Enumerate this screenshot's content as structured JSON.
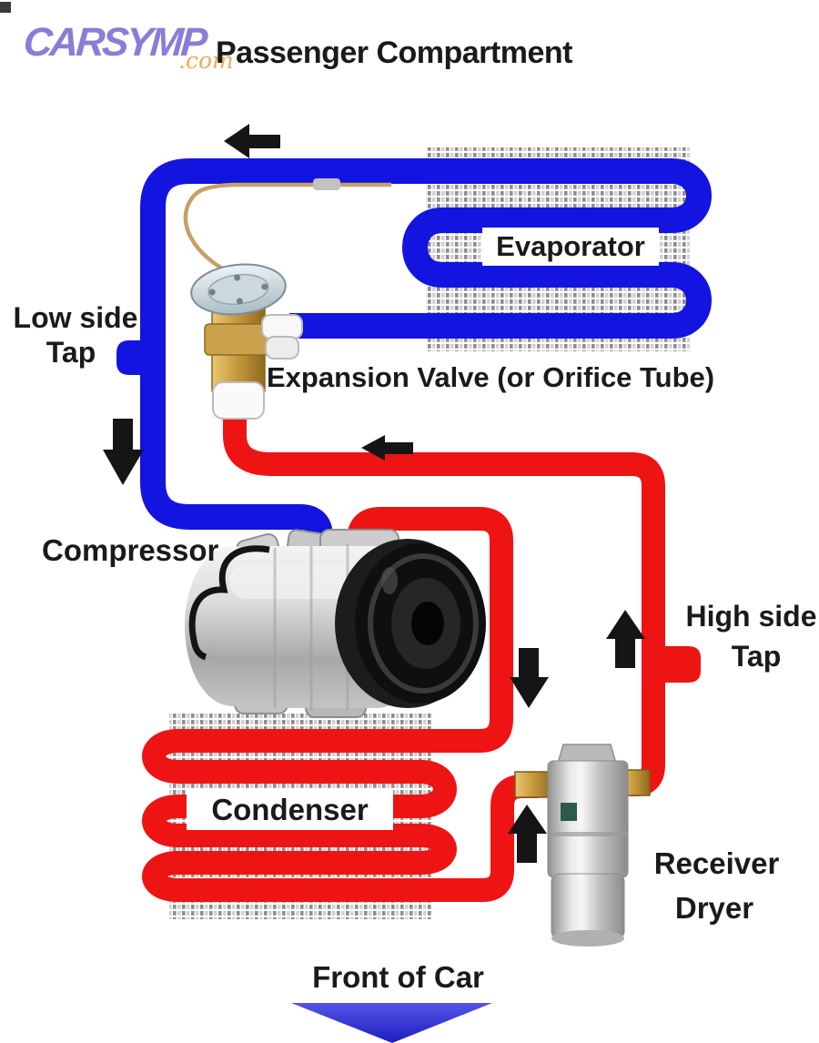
{
  "logo": {
    "brand": "CARSYMP",
    "tld": ".com"
  },
  "title": "Passenger Compartment",
  "labels": {
    "evaporator": "Evaporator",
    "expansion_valve": "Expansion Valve (or Orifice Tube)",
    "low_side_line1": "Low side",
    "low_side_line2": "Tap",
    "compressor": "Compressor",
    "condenser": "Condenser",
    "high_side_line1": "High side",
    "high_side_line2": "Tap",
    "receiver_line1": "Receiver",
    "receiver_line2": "Dryer",
    "front_of_car": "Front of Car"
  },
  "colors": {
    "low_pressure_line": "#1414e0",
    "high_pressure_line": "#ee1414",
    "arrow_black": "#151515",
    "logo_purple": "#8b7cd6",
    "logo_orange": "#f0aa5c",
    "fin_gray": "#8d8d8d"
  },
  "flow_arrows": [
    {
      "direction": "left",
      "location": "above suction line from evaporator"
    },
    {
      "direction": "left",
      "location": "liquid line toward expansion valve"
    },
    {
      "direction": "down",
      "location": "suction line left side"
    },
    {
      "direction": "down",
      "location": "compressor discharge to condenser"
    },
    {
      "direction": "up",
      "location": "high side line above receiver dryer"
    },
    {
      "direction": "up",
      "location": "condenser outlet into receiver dryer"
    },
    {
      "direction": "down",
      "location": "front of car indicator"
    }
  ]
}
